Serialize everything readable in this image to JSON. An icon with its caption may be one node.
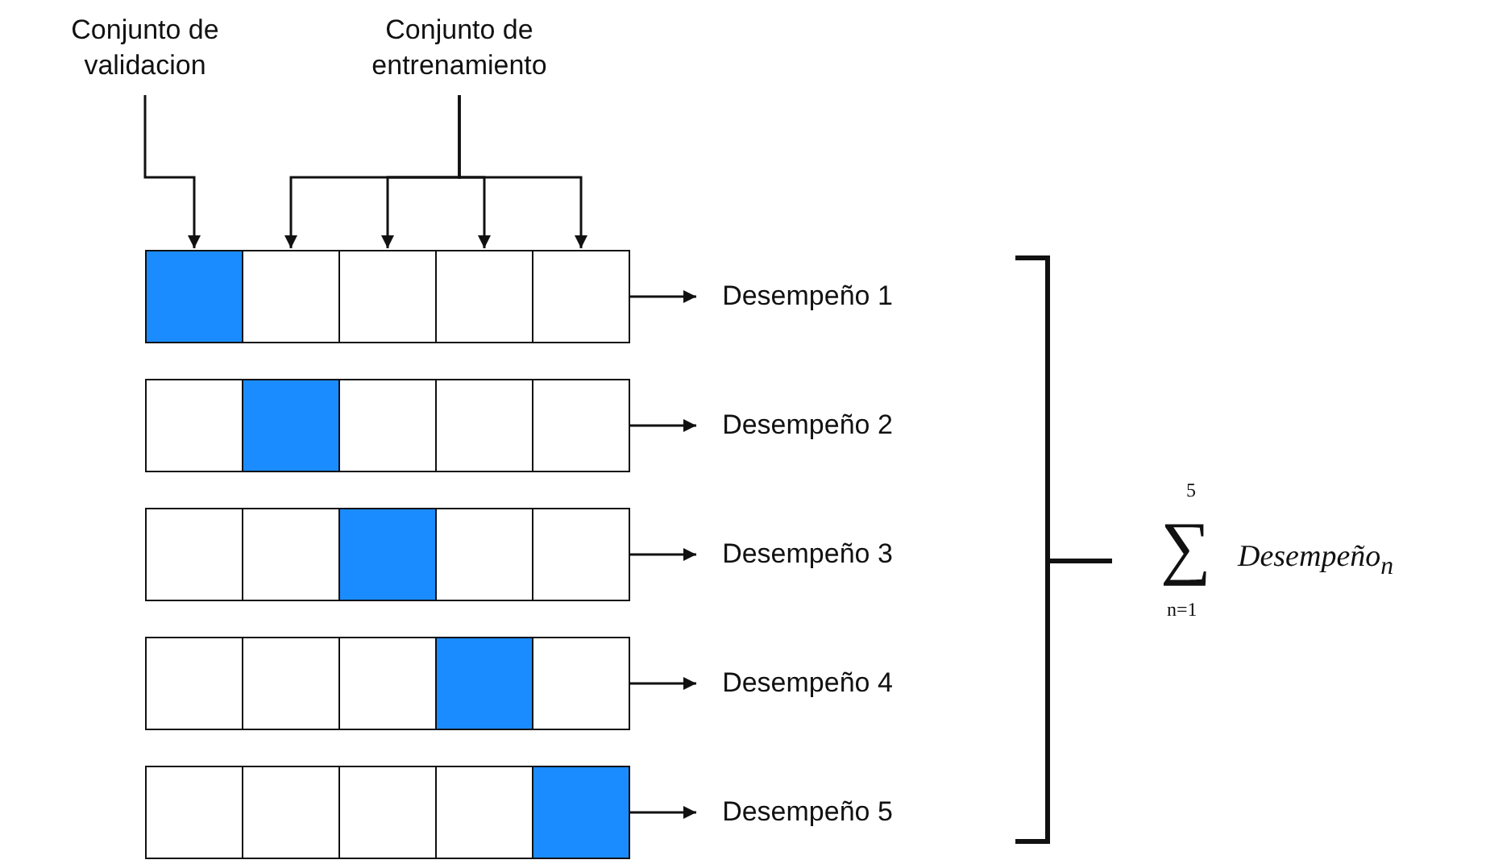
{
  "diagram": {
    "nodes": [
      {
        "text": [
          "Conjunto de validacion"
        ]
      },
      {
        "text": [
          "Conjunto de entrenamiento"
        ]
      },
      {
        "text": [],
        "shape": "box"
      },
      {
        "text": [],
        "shape": "box"
      },
      {
        "text": [],
        "shape": "box"
      },
      {
        "text": [],
        "shape": "box"
      },
      {
        "text": [],
        "shape": "box"
      },
      {
        "text": [],
        "shape": "box"
      },
      {
        "text": [],
        "shape": "box"
      },
      {
        "text": [],
        "shape": "box"
      },
      {
        "text": [],
        "shape": "box"
      },
      {
        "text": [],
        "shape": "box"
      },
      {
        "text": [],
        "shape": "box"
      },
      {
        "text": [],
        "shape": "box"
      },
      {
        "text": [],
        "shape": "box"
      },
      {
        "text": [],
        "shape": "box"
      },
      {
        "text": [],
        "shape": "box"
      },
      {
        "text": [],
        "shape": "box"
      },
      {
        "text": [],
        "shape": "box"
      },
      {
        "text": [],
        "shape": "box"
      },
      {
        "text": [],
        "shape": "box"
      },
      {
        "text": [],
        "shape": "box"
      },
      {
        "text": [],
        "shape": "box"
      },
      {
        "text": [],
        "shape": "box"
      },
      {
        "text": [],
        "shape": "box"
      },
      {
        "text": [],
        "shape": "box"
      },
      {
        "text": [],
        "shape": "box"
      },
      {
        "text": [
          "Desempeño 1"
        ]
      },
      {
        "text": [
          "Desempeño 2"
        ]
      },
      {
        "text": [
          "Desempeño 3"
        ]
      },
      {
        "text": [
          "Desempeño 4"
        ]
      },
      {
        "text": [
          "Desempeño 5"
        ]
      }
    ],
    "edges": [
      {
        "from": 0,
        "to": 2,
        "arrow": "to"
      },
      {
        "from": 1,
        "to": 3,
        "arrow": "to"
      },
      {
        "from": 1,
        "to": 4,
        "arrow": "to"
      },
      {
        "from": 1,
        "to": 5,
        "arrow": "to"
      },
      {
        "from": 1,
        "to": 6,
        "arrow": "to"
      },
      {
        "from": 6,
        "to": 27,
        "arrow": "to"
      },
      {
        "from": 11,
        "to": 28,
        "arrow": "to"
      },
      {
        "from": 16,
        "to": 29,
        "arrow": "to"
      },
      {
        "from": 21,
        "to": 30,
        "arrow": "to"
      },
      {
        "from": 26,
        "to": 31,
        "arrow": "to"
      }
    ],
    "labels": [
      "5",
      "∑",
      "n=1",
      "Desempeño$_{n}$"
    ]
  }
}
